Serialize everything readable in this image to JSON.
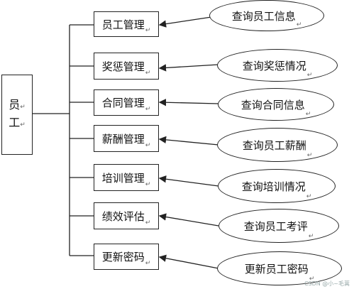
{
  "root": {
    "line1": "员",
    "line2": "工"
  },
  "paragraph_mark": "↵",
  "modules": [
    {
      "label": "员工管理",
      "action": "查询员工信息"
    },
    {
      "label": "奖惩管理",
      "action": "查询奖惩情况"
    },
    {
      "label": "合同管理",
      "action": "查询合同信息"
    },
    {
      "label": "薪酬管理",
      "action": "查询员工薪酬"
    },
    {
      "label": "培训管理",
      "action": "查询培训情况"
    },
    {
      "label": "绩效评估",
      "action": "查询员工考评"
    },
    {
      "label": "更新密码",
      "action": "更新员工密码"
    }
  ],
  "watermark": "CSDN @小~毛蒿"
}
